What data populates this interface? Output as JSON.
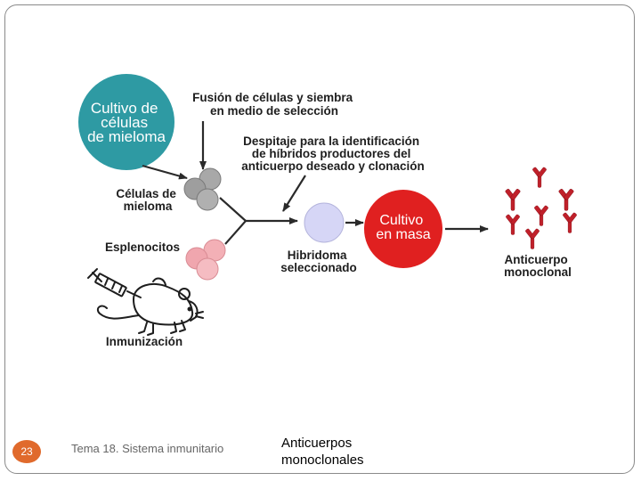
{
  "diagram": {
    "myeloma_culture": [
      "Cultivo de",
      "células",
      "de mieloma"
    ],
    "fusion_note": [
      "Fusión de células y siembra",
      "en medio de selección"
    ],
    "screening_note": [
      "Despitaje para la identificación",
      "de híbridos productores del",
      "anticuerpo deseado y clonación"
    ],
    "myeloma_cells": [
      "Células de",
      "mieloma"
    ],
    "splenocytes": "Esplenocitos",
    "hybridoma": [
      "Hibridoma",
      "seleccionado"
    ],
    "mass_culture": [
      "Cultivo",
      "en masa"
    ],
    "antibody": [
      "Anticuerpo",
      "monoclonal"
    ],
    "immunization": "Inmunización",
    "colors": {
      "teal": "#2e9aa3",
      "red": "#e02020",
      "lilac": "#d6d6f6",
      "pink": "#f3b0b6",
      "gray_cell": "#a8a8a8",
      "antibody_red": "#c0202a"
    }
  },
  "footer": {
    "slide_number": "23",
    "topic": "Tema 18. Sistema inmunitario",
    "title_lines": [
      "Anticuerpos",
      "monoclonales"
    ]
  }
}
